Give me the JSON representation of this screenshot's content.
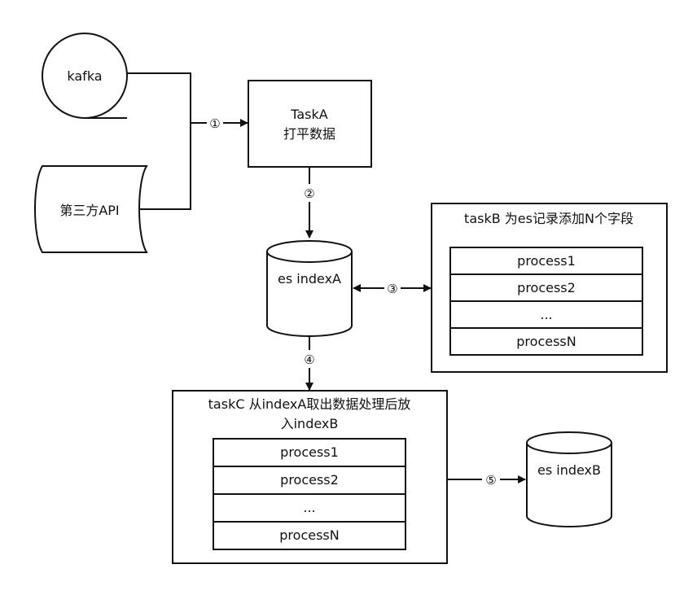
{
  "nodes": {
    "kafka": "kafka",
    "third_party_api": "第三方API",
    "task_a": {
      "line1": "TaskA",
      "line2": "打平数据"
    },
    "es_index_a": "es indexA",
    "es_index_b": "es indexB",
    "task_b": {
      "title": "taskB 为es记录添加N个字段",
      "processes": [
        "process1",
        "process2",
        "...",
        "processN"
      ]
    },
    "task_c": {
      "title_line1": "taskC 从indexA取出数据处理后放",
      "title_line2": "入indexB",
      "processes": [
        "process1",
        "process2",
        "...",
        "processN"
      ]
    }
  },
  "steps": [
    "①",
    "②",
    "③",
    "④",
    "⑤"
  ],
  "colors": {
    "stroke": "#111111",
    "background": "#ffffff"
  }
}
